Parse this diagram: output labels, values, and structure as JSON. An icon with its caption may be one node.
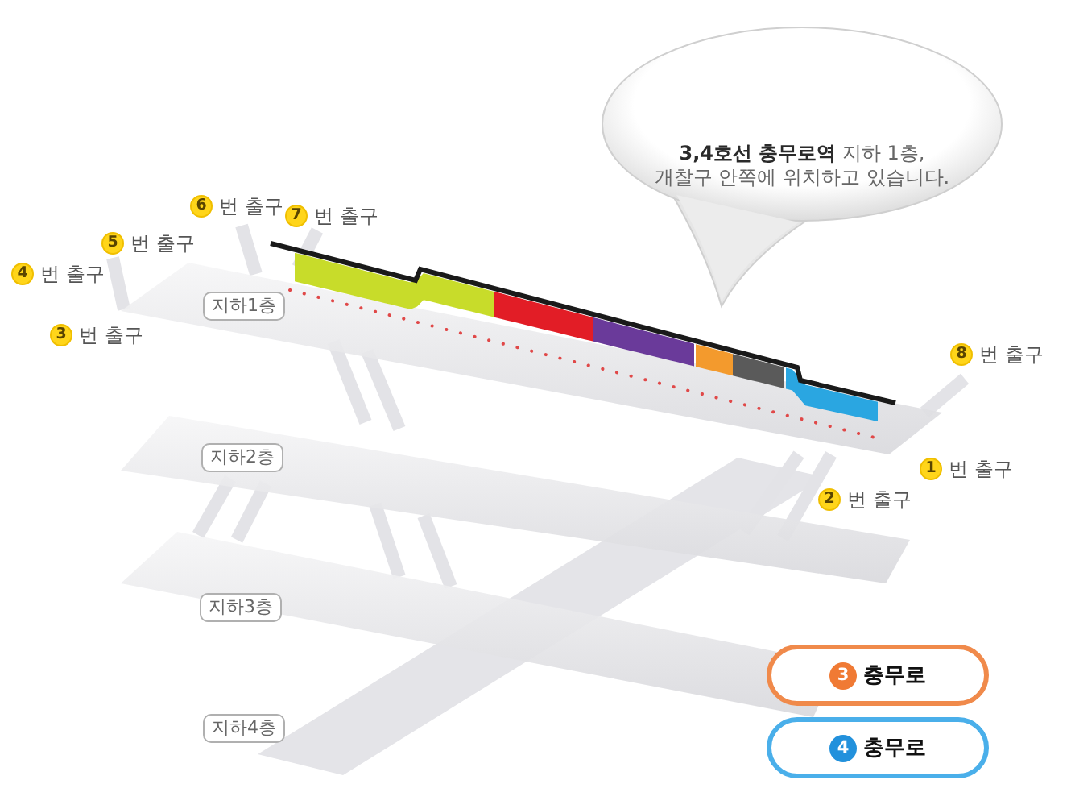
{
  "diagram": {
    "nodes": [
      {
        "text": [
          "**3,4호선 충무로역** 지하 1층, 개찰구 안쪽에 위치하고 있습니다."
        ]
      },
      {
        "text": [
          "6"
        ],
        "beside": [
          "번 출구"
        ]
      },
      {
        "text": [
          "7"
        ],
        "beside": [
          "번 출구"
        ]
      },
      {
        "text": [
          "5"
        ],
        "beside": [
          "번 출구"
        ]
      },
      {
        "text": [
          "4"
        ],
        "beside": [
          "번 출구"
        ]
      },
      {
        "text": [
          "지하1층"
        ]
      },
      {
        "text": [
          "3"
        ],
        "beside": [
          "번 출구"
        ]
      },
      {
        "text": [
          "8"
        ],
        "beside": [
          "번 출구"
        ]
      },
      {
        "text": [
          "지하2층"
        ]
      },
      {
        "text": [
          "1"
        ],
        "beside": [
          "번 출구"
        ]
      },
      {
        "text": [
          "2"
        ],
        "beside": [
          "번 출구"
        ]
      },
      {
        "text": [
          "지하3층"
        ]
      },
      {
        "text": [
          "충무로"
        ]
      },
      {
        "text": [
          "3"
        ],
        "in": 12
      },
      {
        "text": [
          "지하4층"
        ]
      },
      {
        "text": [
          "충무로"
        ]
      },
      {
        "text": [
          "4"
        ],
        "in": 15
      }
    ]
  }
}
